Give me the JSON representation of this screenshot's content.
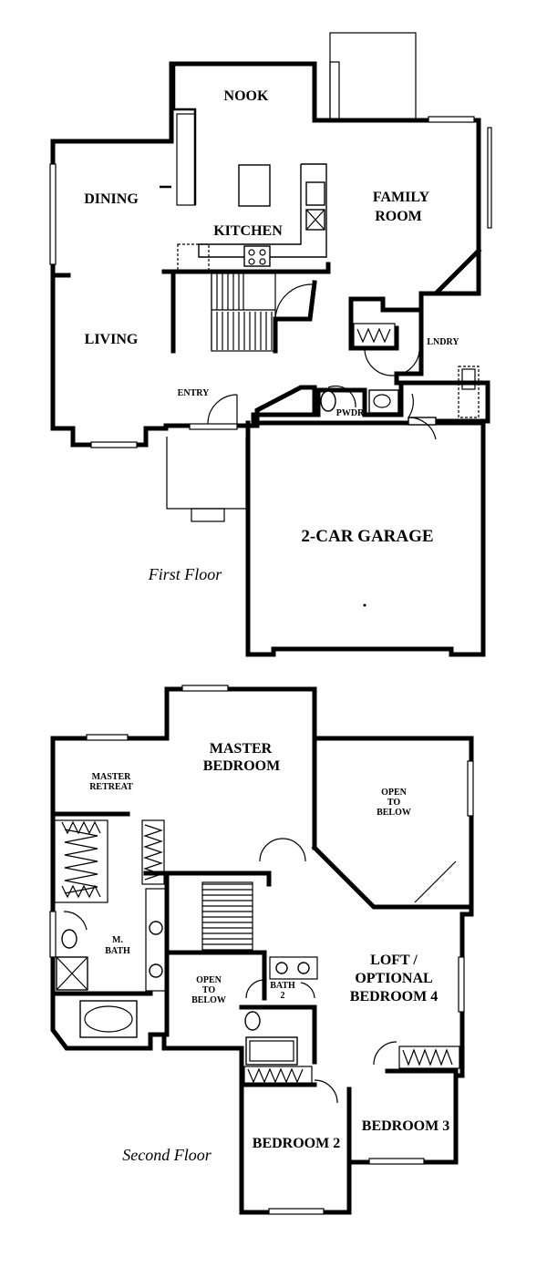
{
  "first_floor": {
    "caption": "First Floor",
    "rooms": {
      "nook": "NOOK",
      "dining": "DINING",
      "kitchen": "KITCHEN",
      "family_room": [
        "FAMILY",
        "ROOM"
      ],
      "living": "LIVING",
      "entry": "ENTRY",
      "laundry": "LNDRY",
      "powder": "PWDR",
      "garage": "2-CAR GARAGE"
    }
  },
  "second_floor": {
    "caption": "Second Floor",
    "rooms": {
      "master_bedroom": [
        "MASTER",
        "BEDROOM"
      ],
      "master_retreat": [
        "MASTER",
        "RETREAT"
      ],
      "open_to_below_upper": [
        "OPEN",
        "TO",
        "BELOW"
      ],
      "master_bath": [
        "M.",
        "BATH"
      ],
      "open_to_below_stair": [
        "OPEN",
        "TO",
        "BELOW"
      ],
      "bath2": [
        "BATH",
        "2"
      ],
      "loft": [
        "LOFT /",
        "OPTIONAL",
        "BEDROOM 4"
      ],
      "bedroom2": "BEDROOM 2",
      "bedroom3": "BEDROOM 3"
    }
  }
}
